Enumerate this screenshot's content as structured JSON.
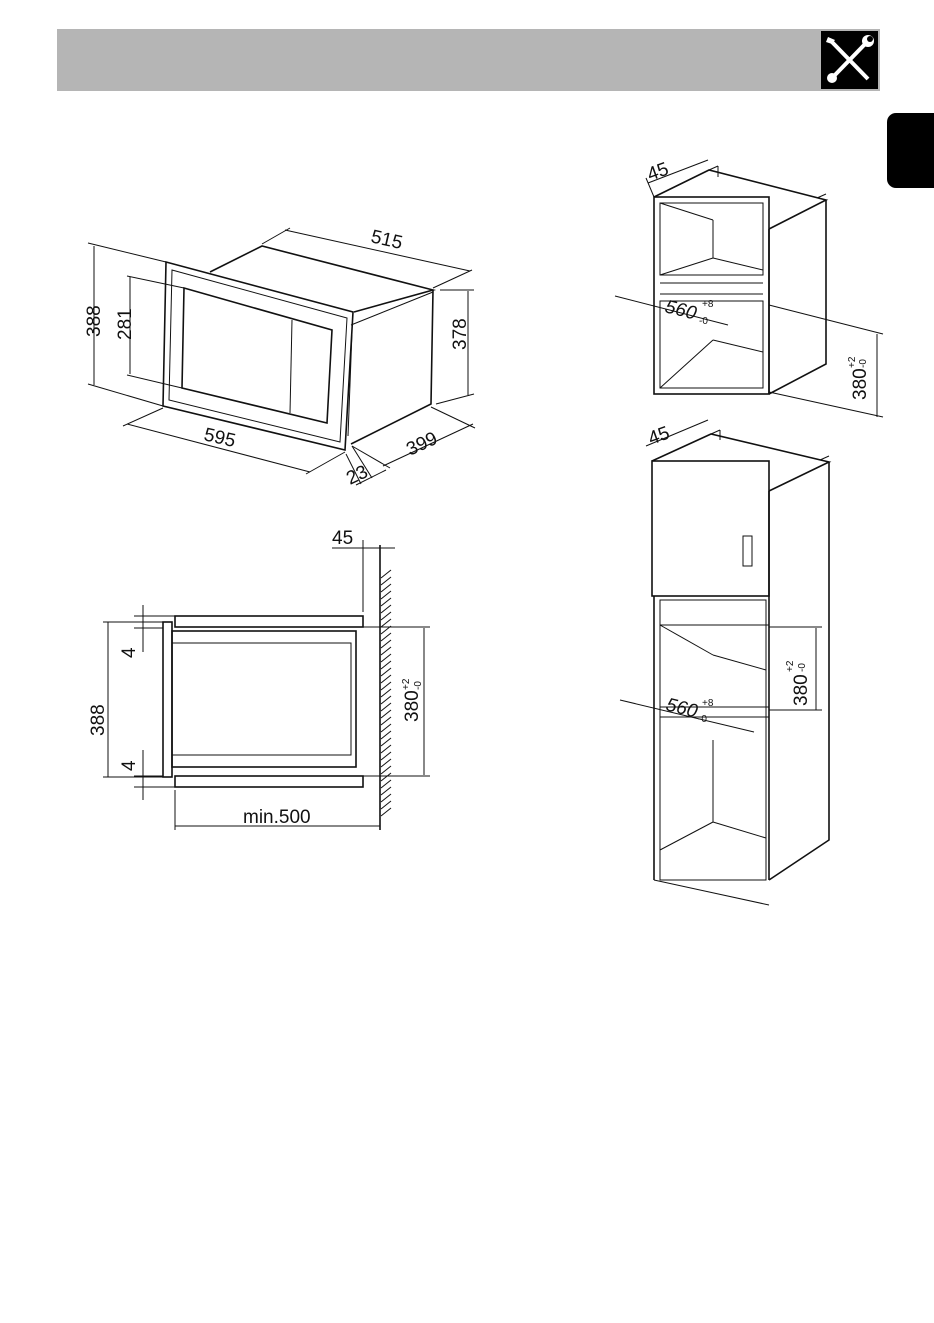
{
  "header": {
    "icon": "wrench-screwdriver-icon"
  },
  "colors": {
    "header_bar": "#b5b5b5",
    "tab": "#000000",
    "line": "#111111"
  },
  "oven_3d": {
    "width": "595",
    "depth": "515",
    "height_front": "388",
    "inner_height": "281",
    "height_body": "378",
    "body_depth": "399",
    "front_thickness": "23"
  },
  "side_view": {
    "top_gap": "45",
    "front_height": "388",
    "gap_top": "4",
    "gap_bottom": "4",
    "niche_height": "380",
    "niche_tol_plus": "+2",
    "niche_tol_minus": "-0",
    "min_depth": "min.500"
  },
  "cabinet_wall": {
    "depth": "45",
    "width": "560",
    "width_tol_plus": "+8",
    "width_tol_minus": "-0",
    "height": "380",
    "height_tol_plus": "+2",
    "height_tol_minus": "-0"
  },
  "cabinet_tall": {
    "depth": "45",
    "width": "560",
    "width_tol_plus": "+8",
    "width_tol_minus": "-0",
    "height": "380",
    "height_tol_plus": "+2",
    "height_tol_minus": "-0"
  }
}
